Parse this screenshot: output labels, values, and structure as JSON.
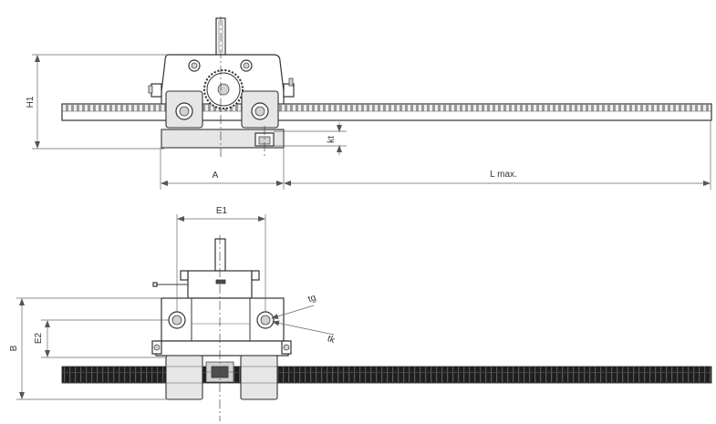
{
  "colors": {
    "line": "#333333",
    "rack": "#1f1f1f",
    "fill": "#e6e6e6"
  },
  "labels": {
    "h1": "H1",
    "kt": "kt",
    "a": "A",
    "l_max": "L max.",
    "e1": "E1",
    "b": "B",
    "e2": "E2",
    "tg": "tg",
    "tk": "tk"
  }
}
